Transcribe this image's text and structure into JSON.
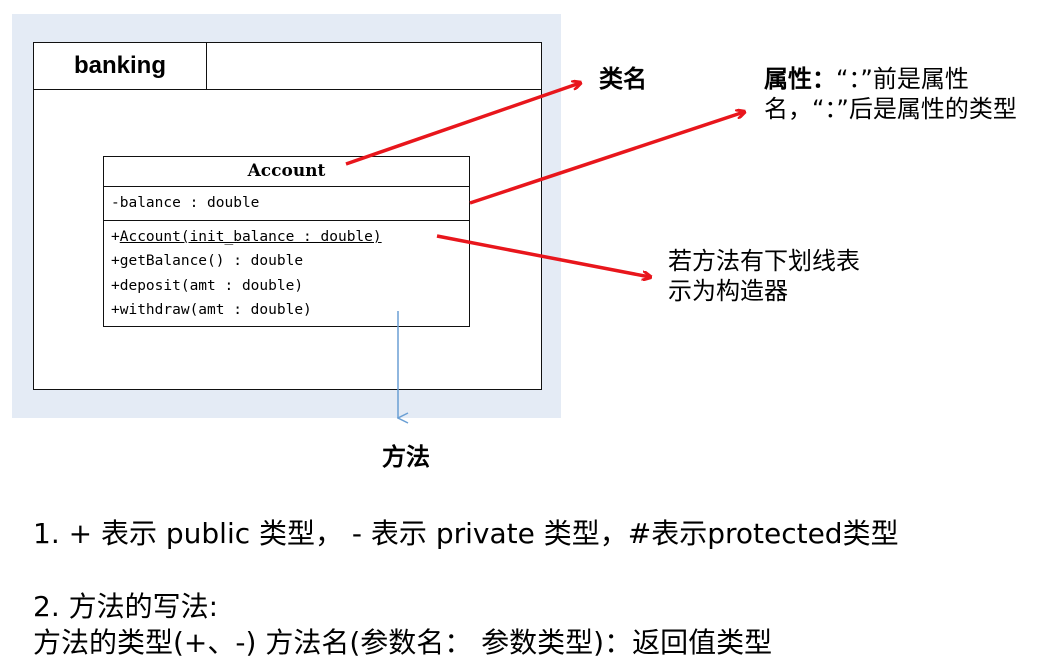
{
  "package": {
    "name": "banking"
  },
  "class": {
    "name": "Account",
    "attributes": [
      "-balance : double"
    ],
    "constructor": {
      "prefix": "+",
      "label": "Account(init_balance : double)"
    },
    "methods": [
      "+getBalance() : double",
      "+deposit(amt : double)",
      "+withdraw(amt : double)"
    ]
  },
  "annotations": {
    "class_name": "类名",
    "attribute_title": "属性：",
    "attribute_text": "“：”前是属性名，“：”后是属性的类型",
    "constructor_note": "若方法有下划线表示为构造器",
    "method": "方法"
  },
  "notes": {
    "line1": "1. + 表示 public 类型， - 表示 private 类型，#表示protected类型",
    "line2": "2. 方法的写法:",
    "line3": "方法的类型(+、-)  方法名(参数名： 参数类型)：返回值类型"
  },
  "colors": {
    "arrow": "#e8161c",
    "method_arrow": "#6a9fd4",
    "panel": "#e4ebf5"
  }
}
